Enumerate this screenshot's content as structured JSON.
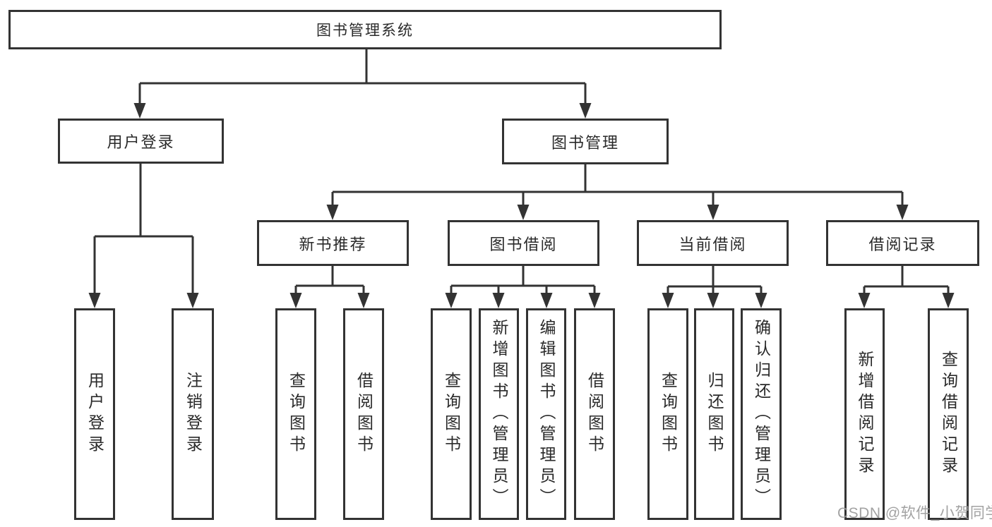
{
  "diagram": {
    "type": "functional-decomposition-tree",
    "title": "图书管理系统"
  },
  "tree": {
    "label": "图书管理系统",
    "children": [
      {
        "label": "用户登录",
        "children": [
          {
            "label": "用户登录"
          },
          {
            "label": "注销登录"
          }
        ]
      },
      {
        "label": "图书管理",
        "children": [
          {
            "label": "新书推荐",
            "children": [
              {
                "label": "查询图书"
              },
              {
                "label": "借阅图书"
              }
            ]
          },
          {
            "label": "图书借阅",
            "children": [
              {
                "label": "查询图书"
              },
              {
                "label": "新增图书（管理员）"
              },
              {
                "label": "编辑图书（管理员）"
              },
              {
                "label": "借阅图书"
              }
            ]
          },
          {
            "label": "当前借阅",
            "children": [
              {
                "label": "查询图书"
              },
              {
                "label": "归还图书"
              },
              {
                "label": "确认归还（管理员）"
              }
            ]
          },
          {
            "label": "借阅记录",
            "children": [
              {
                "label": "新增借阅记录"
              },
              {
                "label": "查询借阅记录"
              }
            ]
          }
        ]
      }
    ]
  },
  "watermark": {
    "text": "CSDN @软件_小贺同学",
    "color": "#9b9b9b"
  },
  "colors": {
    "background": "#ffffff",
    "box_fill": "#ffffff",
    "box_border": "#333333",
    "connector": "#333333",
    "text": "#2a2a2a"
  }
}
